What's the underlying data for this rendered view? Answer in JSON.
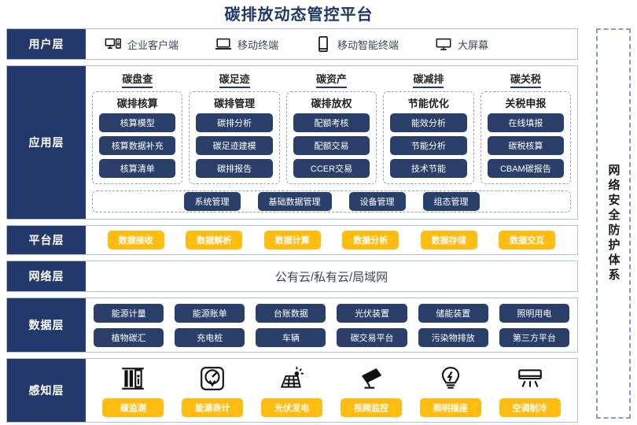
{
  "title": "碳排放动态管控平台",
  "security_band": {
    "label": "网络安全防护体系"
  },
  "layers": {
    "user": {
      "label": "用户层",
      "items": [
        {
          "icon": "desktop-tower-icon",
          "label": "企业客户端"
        },
        {
          "icon": "laptop-icon",
          "label": "移动终端"
        },
        {
          "icon": "smartphone-icon",
          "label": "移动智能终端"
        },
        {
          "icon": "monitor-icon",
          "label": "大屏幕"
        }
      ]
    },
    "application": {
      "label": "应用层",
      "columns": [
        {
          "title": "碳盘查",
          "card_title": "碳排核算",
          "items": [
            "核算模型",
            "核算数据补充",
            "核算清单"
          ]
        },
        {
          "title": "碳足迹",
          "card_title": "碳排管理",
          "items": [
            "碳排分析",
            "碳足迹建模",
            "碳排报告"
          ]
        },
        {
          "title": "碳资产",
          "card_title": "碳排放权",
          "items": [
            "配额考核",
            "配额交易",
            "CCER交易"
          ]
        },
        {
          "title": "碳减排",
          "card_title": "节能优化",
          "items": [
            "能效分析",
            "节能分析",
            "技术节能"
          ]
        },
        {
          "title": "碳关税",
          "card_title": "关税申报",
          "items": [
            "在线填报",
            "碳税核算",
            "CBAM碳报告"
          ]
        }
      ],
      "management": [
        "系统管理",
        "基础数据管理",
        "设备管理",
        "组态管理"
      ]
    },
    "platform": {
      "label": "平台层",
      "items": [
        "数据接收",
        "数据解析",
        "数据计算",
        "数据分析",
        "数据存储",
        "数据交互"
      ]
    },
    "network": {
      "label": "网络层",
      "text": "公有云/私有云/局域网"
    },
    "data": {
      "label": "数据层",
      "items": [
        "能源计量",
        "能源账单",
        "台账数据",
        "光伏装置",
        "储能装置",
        "照明用电",
        "植物碳汇",
        "充电桩",
        "车辆",
        "碳交易平台",
        "污染物排放",
        "第三方平台"
      ]
    },
    "sense": {
      "label": "感知层",
      "items": [
        {
          "icon": "carbon-sensor-icon",
          "label": "碳监测"
        },
        {
          "icon": "energy-meter-icon",
          "label": "能源表计"
        },
        {
          "icon": "solar-panel-icon",
          "label": "光伏发电"
        },
        {
          "icon": "cctv-camera-icon",
          "label": "视频监控"
        },
        {
          "icon": "light-bulb-icon",
          "label": "照明插座"
        },
        {
          "icon": "air-conditioner-icon",
          "label": "空调制冷"
        }
      ]
    }
  },
  "colors": {
    "navy": "#23396b",
    "pill_navy": "#2b3f6b",
    "amber": "#ffbc11",
    "title": "#1f3864"
  }
}
